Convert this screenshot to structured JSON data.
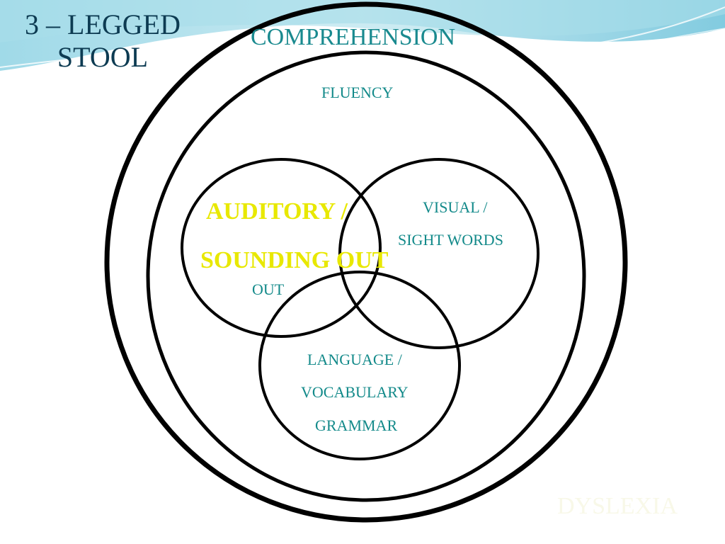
{
  "slide": {
    "title_line1": "3 – LEGGED",
    "title_line2": "STOOL"
  },
  "diagram": {
    "outer_label": "COMPREHENSION",
    "inner_label": "FLUENCY",
    "circle_auditory": {
      "line1": "AUDITORY /",
      "line2": "SOUNDING OUT",
      "line3": "OUT"
    },
    "circle_visual": {
      "line1": "VISUAL /",
      "line2": "SIGHT WORDS"
    },
    "circle_language": {
      "line1": "LANGUAGE /",
      "line2": "VOCABULARY",
      "line3": "GRAMMAR"
    },
    "footer_label": "DYSLEXIA"
  },
  "colors": {
    "title": "#0d3b52",
    "label_teal": "#138a8a",
    "highlight_yellow": "#e8e800",
    "wave_blue": "#6fc3da"
  }
}
